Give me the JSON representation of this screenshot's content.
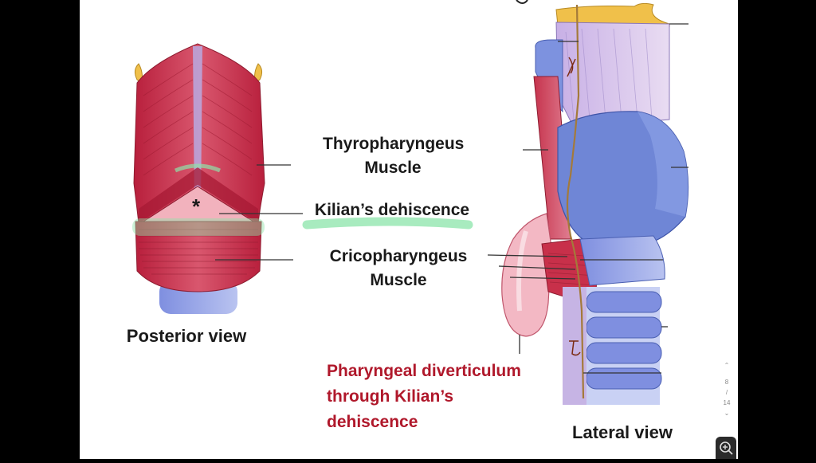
{
  "labels": {
    "thyro_line1": "Thyropharyngeus",
    "thyro_line2": "Muscle",
    "kilian": "Kilian’s dehiscence",
    "crico_line1": "Cricopharyngeus",
    "crico_line2": "Muscle",
    "posterior": "Posterior view",
    "lateral": "Lateral  view",
    "diverticulum_line1": "Pharyngeal diverticulum",
    "diverticulum_line2": "through Kilian’s",
    "diverticulum_line3": "dehiscence"
  },
  "markers": {
    "star": "*"
  },
  "pager": {
    "up": "⌃",
    "current": "8",
    "sep": "/",
    "total": "14",
    "down": "⌄"
  },
  "colors": {
    "muscle": "#c8304a",
    "muscle_light": "#e8a0ae",
    "cartilage": "#6f86d6",
    "mucosa": "#dcc3e6",
    "hyoid": "#f0c04a",
    "highlight": "#9fe7b6",
    "label_red": "#b0182b"
  },
  "icons": {
    "zoom": "zoom-in-icon"
  }
}
